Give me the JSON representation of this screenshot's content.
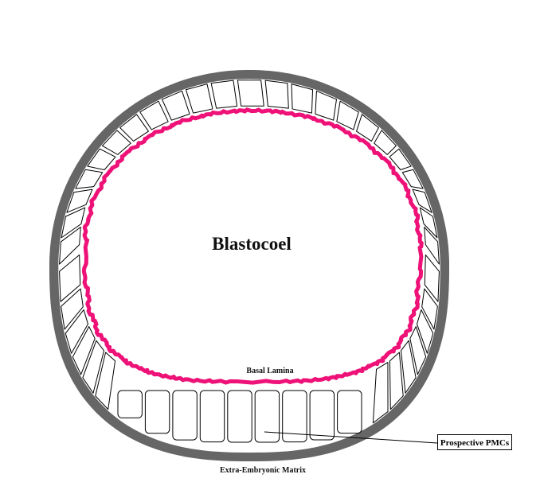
{
  "labels": {
    "blastocoel": "Blastocoel",
    "basal_lamina": "Basal Lamina",
    "extra_embryonic_matrix": "Extra-Embryonic Matrix",
    "prospective_pmcs": "Prospective PMCs"
  },
  "colors": {
    "matrix": "#666666",
    "basal_lamina": "#ee1177",
    "cell_outline": "#000000"
  }
}
